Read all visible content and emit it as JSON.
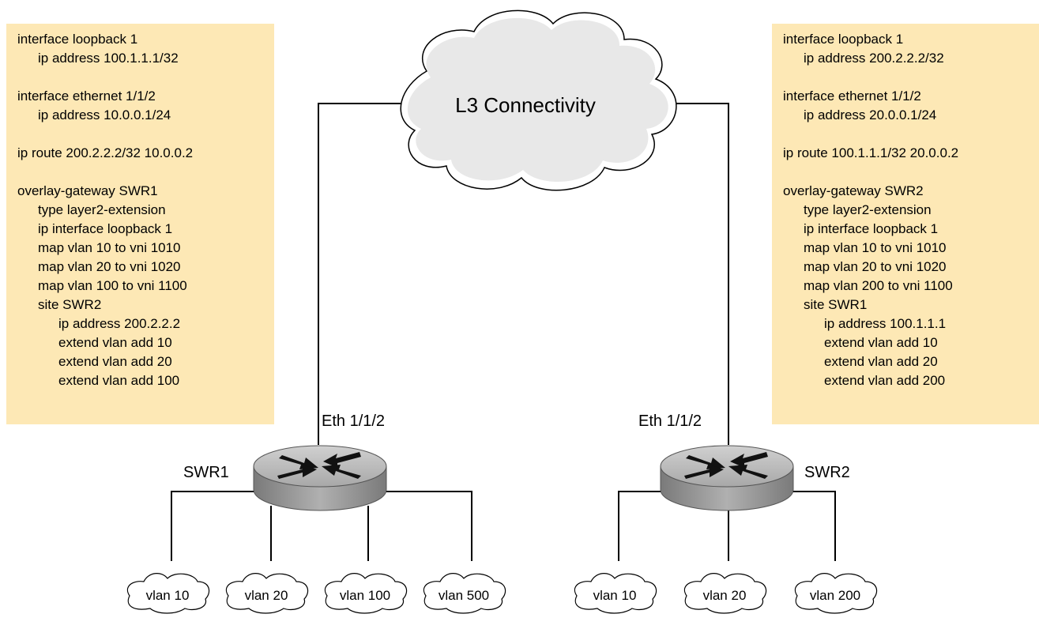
{
  "cloud": {
    "label": "L3 Connectivity"
  },
  "left_config": {
    "lines": [
      {
        "t": "interface loopback 1",
        "indent": 0
      },
      {
        "t": "ip address 100.1.1.1/32",
        "indent": 1
      },
      {
        "t": "",
        "indent": 0
      },
      {
        "t": "interface ethernet 1/1/2",
        "indent": 0
      },
      {
        "t": "ip address 10.0.0.1/24",
        "indent": 1
      },
      {
        "t": "",
        "indent": 0
      },
      {
        "t": "ip route 200.2.2.2/32 10.0.0.2",
        "indent": 0
      },
      {
        "t": "",
        "indent": 0
      },
      {
        "t": "overlay-gateway SWR1",
        "indent": 0
      },
      {
        "t": "type layer2-extension",
        "indent": 1
      },
      {
        "t": "ip interface loopback 1",
        "indent": 1
      },
      {
        "t": "map vlan 10 to vni 1010",
        "indent": 1
      },
      {
        "t": "map vlan 20 to vni 1020",
        "indent": 1
      },
      {
        "t": "map vlan 100 to vni 1100",
        "indent": 1
      },
      {
        "t": "site SWR2",
        "indent": 1
      },
      {
        "t": "ip address 200.2.2.2",
        "indent": 2
      },
      {
        "t": "extend vlan add 10",
        "indent": 2
      },
      {
        "t": "extend vlan add 20",
        "indent": 2
      },
      {
        "t": "extend vlan add 100",
        "indent": 2
      }
    ]
  },
  "right_config": {
    "lines": [
      {
        "t": "interface loopback 1",
        "indent": 0
      },
      {
        "t": "ip address 200.2.2.2/32",
        "indent": 1
      },
      {
        "t": "",
        "indent": 0
      },
      {
        "t": "interface ethernet 1/1/2",
        "indent": 0
      },
      {
        "t": "ip address 20.0.0.1/24",
        "indent": 1
      },
      {
        "t": "",
        "indent": 0
      },
      {
        "t": "ip route 100.1.1.1/32 20.0.0.2",
        "indent": 0
      },
      {
        "t": "",
        "indent": 0
      },
      {
        "t": "overlay-gateway SWR2",
        "indent": 0
      },
      {
        "t": "type layer2-extension",
        "indent": 1
      },
      {
        "t": "ip interface loopback 1",
        "indent": 1
      },
      {
        "t": "map vlan 10 to vni 1010",
        "indent": 1
      },
      {
        "t": "map vlan 20 to vni 1020",
        "indent": 1
      },
      {
        "t": "map vlan 200 to vni 1100",
        "indent": 1
      },
      {
        "t": "site SWR1",
        "indent": 1
      },
      {
        "t": "ip address 100.1.1.1",
        "indent": 2
      },
      {
        "t": "extend vlan add 10",
        "indent": 2
      },
      {
        "t": "extend vlan add 20",
        "indent": 2
      },
      {
        "t": "extend vlan add 200",
        "indent": 2
      }
    ]
  },
  "switches": {
    "left": {
      "name": "SWR1",
      "port": "Eth 1/1/2"
    },
    "right": {
      "name": "SWR2",
      "port": "Eth 1/1/2"
    }
  },
  "left_vlans": [
    "vlan 10",
    "vlan 20",
    "vlan 100",
    "vlan 500"
  ],
  "right_vlans": [
    "vlan 10",
    "vlan 20",
    "vlan 200"
  ],
  "colors": {
    "config_bg": "#fde8b5",
    "router_top": "#b9b9b9",
    "router_side": "#8c8c8c"
  }
}
